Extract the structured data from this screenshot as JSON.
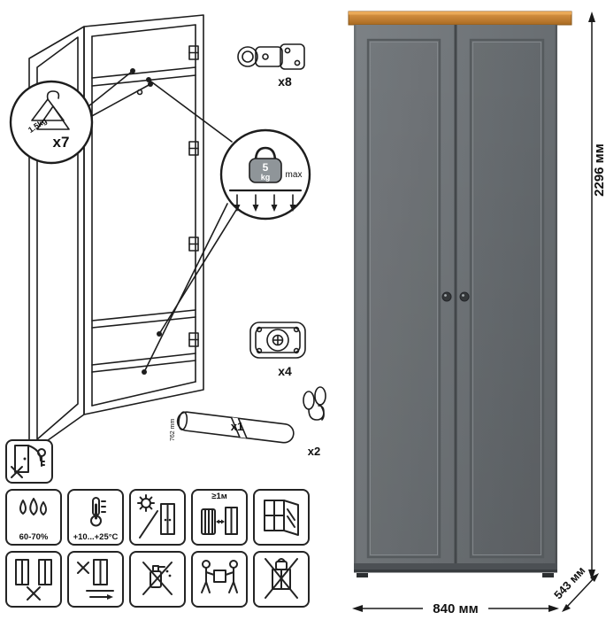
{
  "callouts": {
    "hanger": {
      "capacity": "1.5kg",
      "count": "x7"
    },
    "load": {
      "value": "5",
      "unit": "kg",
      "max": "max"
    }
  },
  "hardware": {
    "hinges": "x8",
    "brackets": "x4",
    "rod": "x1",
    "rod_length": "762 mm",
    "hooks": "x2"
  },
  "dimensions": {
    "height": "2296 мм",
    "width": "840 мм",
    "depth": "543 мм"
  },
  "care": {
    "humidity": "60-70%",
    "temperature": "+10...+25°C",
    "min_distance": "≥1м"
  },
  "colors": {
    "wood": "#c9832f",
    "body_grey": "#71767a",
    "line": "#1d1d1d"
  }
}
